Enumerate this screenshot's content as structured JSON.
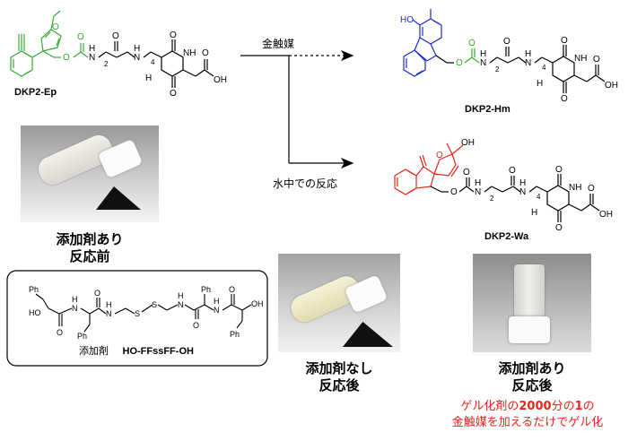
{
  "compounds": {
    "start": {
      "label": "DKP2-Ep"
    },
    "product_hm": {
      "label": "DKP2-Hm"
    },
    "product_wa": {
      "label": "DKP2-Wa"
    },
    "additive": {
      "label": "HO-FFssFF-OH",
      "prefix": "添加剤"
    }
  },
  "reactions": {
    "top_condition": "金触媒",
    "bottom_condition": "水中での反応"
  },
  "photos": [
    {
      "caption_line1": "添加剤あり",
      "caption_line2": "反応前"
    },
    {
      "caption_line1": "添加剤なし",
      "caption_line2": "反応後"
    },
    {
      "caption_line1": "添加剤あり",
      "caption_line2": "反応後"
    }
  ],
  "note": {
    "line1_before": "ゲル化剤の",
    "line1_bold": "2000",
    "line1_mid": "分の",
    "line1_bold2": "1",
    "line1_after": "の",
    "line2": "金触媒を加えるだけでゲル化"
  },
  "atoms": {
    "o": "O",
    "oh": "OH",
    "nh": "NH",
    "n": "N",
    "h": "H",
    "ho": "HO",
    "s": "S",
    "ph": "Ph",
    "sub2": "2",
    "sub4": "4"
  },
  "colors": {
    "green": "#3aa935",
    "blue": "#1f2bd4",
    "red": "#e8251c",
    "black": "#000000"
  }
}
